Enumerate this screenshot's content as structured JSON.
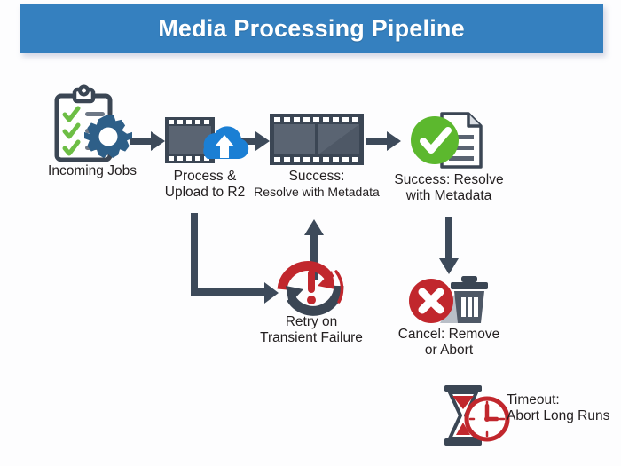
{
  "title": "Media Processing Pipeline",
  "colors": {
    "banner": "#3580bf",
    "banner_text": "#ffffff",
    "arrow": "#3d4a5a",
    "dark_slate": "#3b4654",
    "steel_blue": "#2e5f88",
    "cloud_blue": "#1b7fd4",
    "green": "#5cb82e",
    "red": "#c1272d",
    "gray_film": "#5a6472",
    "light_gray": "#d9dde3",
    "text": "#231f20"
  },
  "nodes": [
    {
      "id": "incoming-jobs",
      "icon": "clipboard-gear-icon",
      "label_lines": [
        {
          "text": "Incoming Jobs",
          "size": "big"
        }
      ]
    },
    {
      "id": "process-upload",
      "icon": "filmstrip-cloud-upload-icon",
      "label_lines": [
        {
          "text": "Process &",
          "size": "big"
        },
        {
          "text": "Upload to R2",
          "size": "big"
        }
      ]
    },
    {
      "id": "success-filmstrip",
      "icon": "filmstrip-icon",
      "label_lines": [
        {
          "text": "Success:",
          "size": "big"
        },
        {
          "text": "Resolve with Metadata",
          "size": "mid"
        }
      ]
    },
    {
      "id": "success-document",
      "icon": "check-circle-document-icon",
      "label_lines": [
        {
          "text": "Success: Resolve",
          "size": "big"
        },
        {
          "text": "with Metadata",
          "size": "big"
        }
      ]
    },
    {
      "id": "retry",
      "icon": "circular-retry-warning-icon",
      "label_lines": [
        {
          "text": "Retry on",
          "size": "big"
        },
        {
          "text": "Transient Failure",
          "size": "big"
        }
      ]
    },
    {
      "id": "cancel",
      "icon": "x-circle-trash-icon",
      "label_lines": [
        {
          "text": "Cancel: Remove",
          "size": "big"
        },
        {
          "text": "or Abort",
          "size": "big"
        }
      ]
    },
    {
      "id": "timeout",
      "icon": "hourglass-clock-icon",
      "label_lines": [
        {
          "text": "Timeout:",
          "size": "big"
        },
        {
          "text": "Abort Long Runs",
          "size": "big"
        }
      ]
    }
  ],
  "connectors": [
    {
      "id": "jobs-to-process",
      "kind": "arrow-right"
    },
    {
      "id": "process-to-success",
      "kind": "arrow-right"
    },
    {
      "id": "success-to-doc",
      "kind": "arrow-right"
    },
    {
      "id": "process-to-retry",
      "kind": "elbow-down-right"
    },
    {
      "id": "retry-to-success",
      "kind": "arrow-up"
    },
    {
      "id": "doc-to-cancel",
      "kind": "arrow-down"
    }
  ]
}
